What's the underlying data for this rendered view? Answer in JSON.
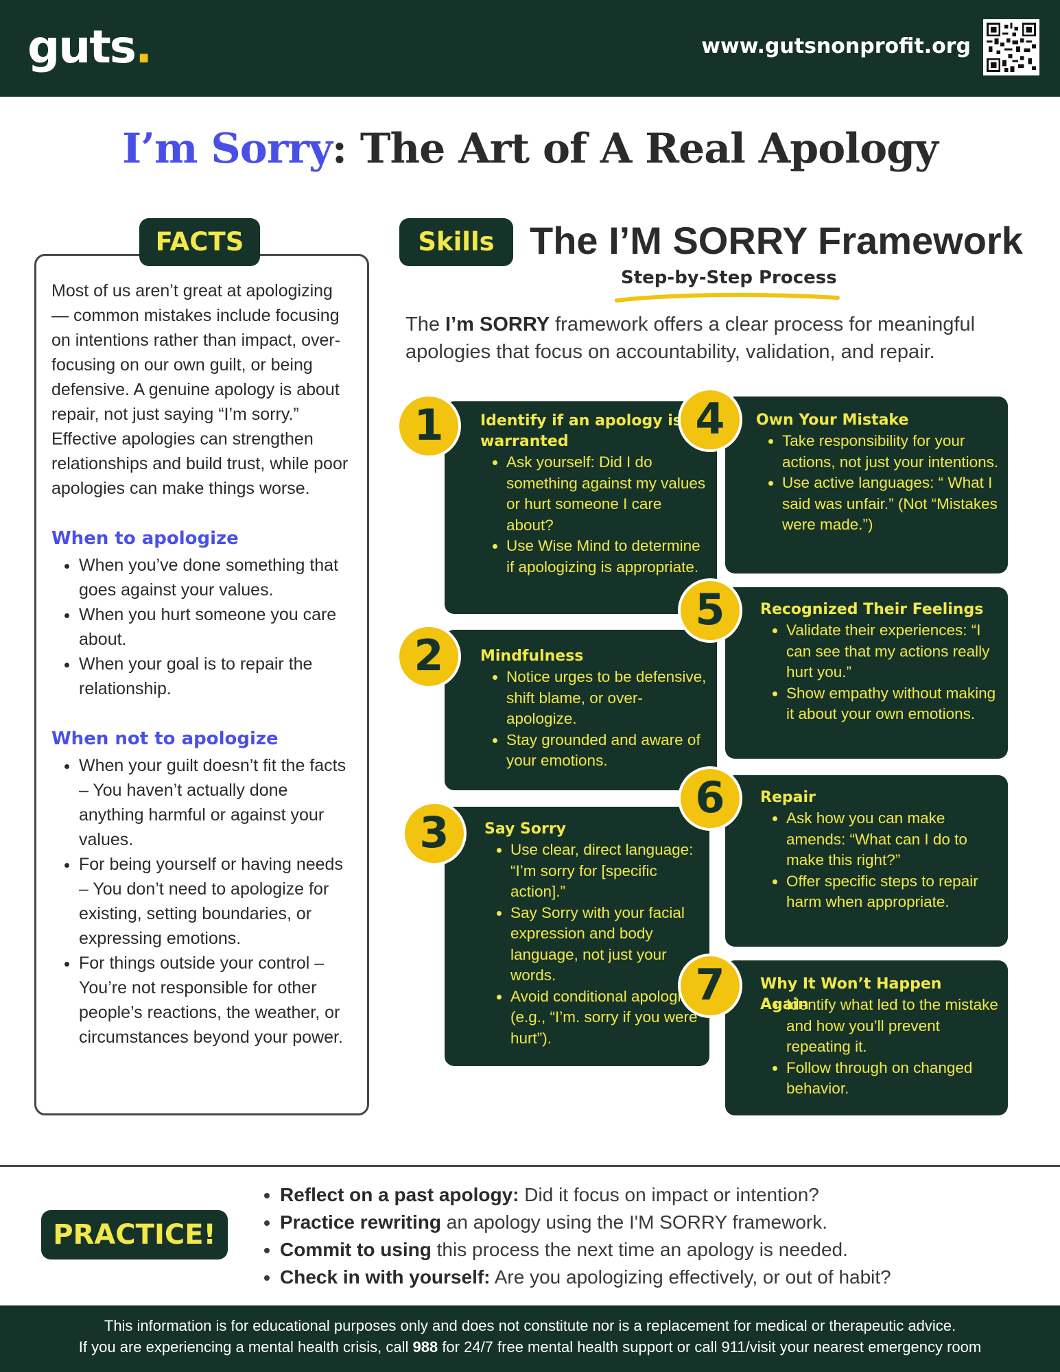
{
  "header": {
    "logo_text": "guts",
    "logo_dot": ".",
    "url": "www.gutsnonprofit.org"
  },
  "title": {
    "accent": "I’m Sorry",
    "separator": ": ",
    "main": "The Art of A Real Apology"
  },
  "facts": {
    "pill": "FACTS",
    "intro": "Most of us aren’t great at apologizing — common mistakes include focusing on intentions rather than impact, over- focusing on our own guilt, or being defensive. A genuine apology is about repair, not just saying “I’m sorry.” Effective apologies can strengthen relationships and build trust, while poor apologies can make things worse.",
    "when_heading": "When to apologize",
    "when_items": [
      "When you’ve done something that goes against your values.",
      "When you hurt someone you care about.",
      "When your goal is to repair the relationship."
    ],
    "when_not_heading": "When not to apologize",
    "when_not_items": [
      "When your guilt doesn’t fit the facts – You haven’t actually done anything harmful or against your values.",
      "For being yourself or having needs – You don’t need to apologize for existing, setting boundaries, or expressing emotions.",
      "For things outside your control – You’re not responsible for other people’s reactions, the weather, or circumstances beyond your power."
    ]
  },
  "skills": {
    "pill": "Skills",
    "title": "The I’M SORRY Framework",
    "subtitle": "Step-by-Step Process",
    "intro_pre": "The ",
    "intro_bold": "I’m SORRY",
    "intro_post": " framework offers a clear process for meaningful apologies that focus on accountability, validation, and repair.",
    "steps": [
      {
        "number": "1",
        "title": "Identify if an apology is warranted",
        "bullets": [
          "Ask yourself: Did I do something against  my values or hurt someone I care about?",
          "Use Wise Mind to determine if apologizing is appropriate."
        ]
      },
      {
        "number": "2",
        "title": "Mindfulness",
        "bullets": [
          "Notice urges to be defensive, shift blame, or over-apologize.",
          "Stay grounded and aware of your emotions."
        ]
      },
      {
        "number": "3",
        "title": "Say Sorry",
        "bullets": [
          "Use clear, direct language: “I’m sorry for [specific action].”",
          "Say Sorry with your facial expression and body language, not just your words.",
          "Avoid conditional apologies (e.g., “I’m. sorry if you were hurt”)."
        ]
      },
      {
        "number": "4",
        "title": "Own Your Mistake",
        "bullets": [
          "Take responsibility for your actions, not just your intentions.",
          "Use active languages: “ What I said was unfair.” (Not “Mistakes were made.”)"
        ]
      },
      {
        "number": "5",
        "title": "Recognized Their Feelings",
        "bullets": [
          "Validate their experiences: “I can see that my actions really hurt you.”",
          "Show empathy without making it about your own emotions."
        ]
      },
      {
        "number": "6",
        "title": "Repair",
        "bullets": [
          "Ask how you can make amends: “What can I do to make this right?”",
          "Offer specific steps to repair harm when appropriate."
        ]
      },
      {
        "number": "7",
        "title": "Why It Won’t Happen Again",
        "bullets": [
          "Identify what led to the mistake and how you’ll prevent repeating it.",
          "Follow through on changed behavior."
        ]
      }
    ]
  },
  "practice": {
    "pill": "PRACTICE!",
    "items": [
      {
        "bold": "Reflect on a past apology:",
        "rest": " Did it focus on impact or intention?"
      },
      {
        "bold": "Practice rewriting",
        "rest": " an apology using the I'M SORRY framework."
      },
      {
        "bold": "Commit to using",
        "rest": " this process the next time an apology is needed."
      },
      {
        "bold": "Check in with yourself:",
        "rest": " Are you apologizing effectively, or out of habit?"
      }
    ]
  },
  "footer": {
    "line1": "This information is for educational purposes only and does not constitute nor is a replacement for medical or therapeutic advice.",
    "line2_pre": "If you are experiencing a mental health crisis, call ",
    "line2_bold": "988",
    "line2_post": " for 24/7 free mental health support or call 911/visit your nearest emergency room"
  },
  "colors": {
    "dark_green": "#163329",
    "yellow": "#f2c30f",
    "card_text": "#f2e84a",
    "accent_blue": "#4a50e6"
  }
}
